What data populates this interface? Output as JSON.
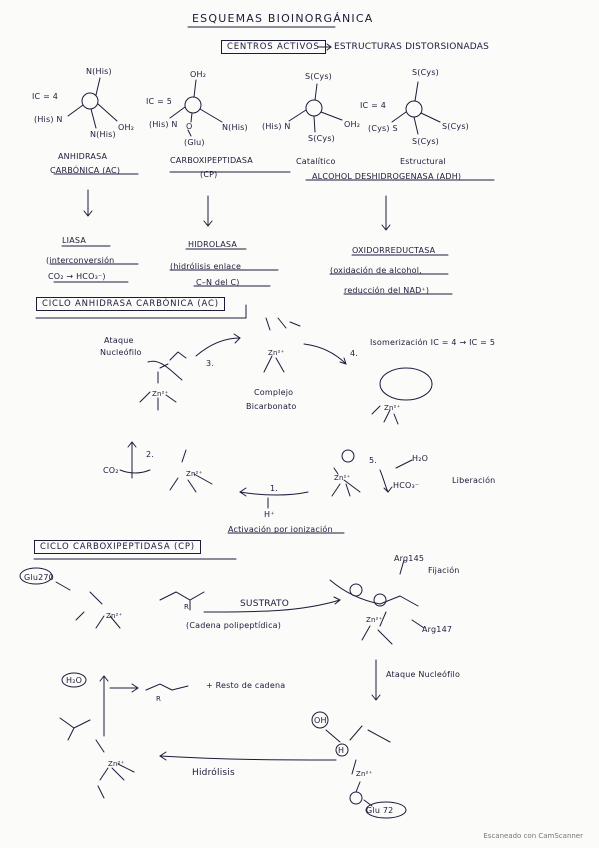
{
  "header": {
    "title": "ESQUEMAS BIOINORGÁNICA",
    "active_centers_box": "CENTROS ACTIVOS",
    "arrow_text": "ESTRUCTURAS DISTORSIONADAS"
  },
  "centers": [
    {
      "ic": "IC = 4",
      "ligands": [
        "N(His)",
        "(His) N",
        "N(His)",
        "OH₂"
      ],
      "name_1": "ANHIDRASA",
      "name_2": "CARBÓNICA (AC)"
    },
    {
      "ic": "IC = 5",
      "ligands": [
        "OH₂",
        "(His) N",
        "O",
        "N(His)",
        "(Glu)"
      ],
      "name_1": "CARBOXIPEPTIDASA",
      "name_2": "(CP)"
    },
    {
      "ligands": [
        "S(Cys)",
        "(His) N",
        "S(Cys)",
        "OH₂"
      ],
      "name_1": "Catalítico"
    },
    {
      "ic": "IC = 4",
      "ligands": [
        "S(Cys)",
        "(Cys) S",
        "S(Cys)",
        "S(Cys)"
      ],
      "name_1": "Estructural"
    }
  ],
  "adh_label": "ALCOHOL DESHIDROGENASA (ADH)",
  "classes": [
    {
      "name": "LIASA",
      "desc_1": "(interconversión",
      "desc_2": "CO₂ → HCO₃⁻)"
    },
    {
      "name": "HIDROLASA",
      "desc_1": "(hidrólisis enlace",
      "desc_2": "C–N del C)"
    },
    {
      "name": "OXIDORREDUCTASA",
      "desc_1": "(oxidación de alcohol,",
      "desc_2": "reducción del NAD⁺)"
    }
  ],
  "ac_cycle": {
    "title": "CICLO ANHIDRASA CARBÓNICA (AC)",
    "attack": "Ataque",
    "nucleophile": "Nucleófilo",
    "step3": "3.",
    "complex_1": "Complejo",
    "complex_2": "Bicarbonato",
    "step4": "4.",
    "isomerization": "Isomerización IC = 4 → IC = 5",
    "co2": "CO₂",
    "step2": "2.",
    "step5": "5.",
    "h2o": "H₂O",
    "hco3": "HCO₃⁻",
    "release": "Liberación",
    "step1": "1.",
    "h_plus": "H⁺",
    "activation": "Activación por ionización",
    "zn": "Zn²⁺"
  },
  "cp_cycle": {
    "title": "CICLO CARBOXIPEPTIDASA (CP)",
    "glu270": "Glu270",
    "substrate": "SUSTRATO",
    "chain": "(Cadena polipeptídica)",
    "arg145": "Arg145",
    "fixation": "Fijación",
    "arg147": "Arg147",
    "h2o": "H₂O",
    "product": "+ Resto de cadena",
    "nucleophilic_attack": "Ataque Nucleófilo",
    "oh": "OH",
    "h": "H",
    "hydrolysis": "Hidrólisis",
    "glu72": "Glu 72",
    "r": "R",
    "zn": "Zn²⁺"
  },
  "footer": "Escaneado con CamScanner",
  "colors": {
    "ink": "#1b1b3a",
    "paper": "#fbfbfa"
  }
}
